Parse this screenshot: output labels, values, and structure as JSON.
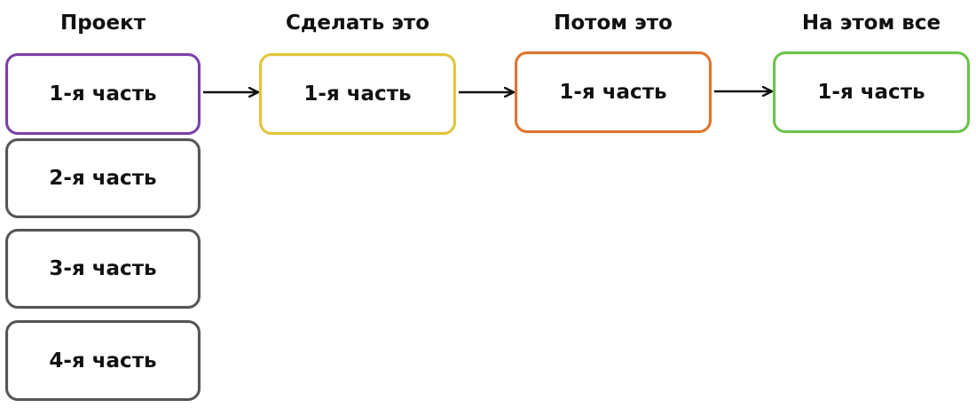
{
  "columns": [
    {
      "title": "Проект",
      "color": "#7a3fa8"
    },
    {
      "title": "Сделать это",
      "color": "#e2c53a"
    },
    {
      "title": "Потом это",
      "color": "#e0742a"
    },
    {
      "title": "На этом все",
      "color": "#6cc24a"
    }
  ],
  "project_items": [
    {
      "label": "1-я часть",
      "color": "#7a3fa8"
    },
    {
      "label": "2-я часть",
      "color": "#555555"
    },
    {
      "label": "3-я часть",
      "color": "#555555"
    },
    {
      "label": "4-я часть",
      "color": "#555555"
    }
  ],
  "todo_item": {
    "label": "1-я часть"
  },
  "then_item": {
    "label": "1-я часть"
  },
  "done_item": {
    "label": "1-я часть"
  },
  "arrow_color": "#111111"
}
